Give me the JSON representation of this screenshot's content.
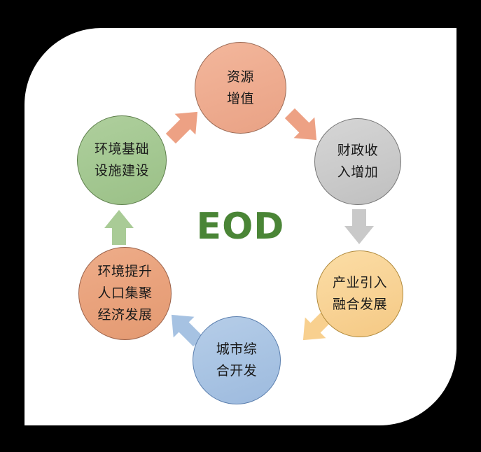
{
  "diagram": {
    "center_label": "EOD",
    "center_color": "#4a8536",
    "background_color": "#000000",
    "card_color": "#ffffff",
    "nodes": [
      {
        "id": "resource",
        "lines": [
          "资源",
          "增值"
        ],
        "color": "#eeac90",
        "border_color": "#9a6a55",
        "position": "top"
      },
      {
        "id": "fiscal",
        "lines": [
          "财政收",
          "入增加"
        ],
        "color": "#cbcbcb",
        "border_color": "#767676",
        "position": "top-right"
      },
      {
        "id": "industry",
        "lines": [
          "产业引入",
          "融合发展"
        ],
        "color": "#f8d396",
        "border_color": "#b08a3c",
        "position": "bottom-right"
      },
      {
        "id": "urban",
        "lines": [
          "城市综",
          "合开发"
        ],
        "color": "#a9c4e3",
        "border_color": "#5b7fae",
        "position": "bottom"
      },
      {
        "id": "upgrade",
        "lines": [
          "环境提升",
          "人口集聚",
          "经济发展"
        ],
        "color": "#e9a27c",
        "border_color": "#9a6149",
        "position": "bottom-left"
      },
      {
        "id": "infrastructure",
        "lines": [
          "环境基础",
          "设施建设"
        ],
        "color": "#a4c892",
        "border_color": "#5e7f4c",
        "position": "top-left"
      }
    ],
    "arrows": [
      {
        "id": "infra-to-resource",
        "from": "infrastructure",
        "to": "resource",
        "color": "#eda184",
        "direction": "up-right"
      },
      {
        "id": "resource-to-fiscal",
        "from": "resource",
        "to": "fiscal",
        "color": "#eda184",
        "direction": "down-right"
      },
      {
        "id": "fiscal-to-industry",
        "from": "fiscal",
        "to": "industry",
        "color": "#c9c9c9",
        "direction": "down"
      },
      {
        "id": "industry-to-urban",
        "from": "industry",
        "to": "urban",
        "color": "#f8d08f",
        "direction": "down-left"
      },
      {
        "id": "urban-to-upgrade",
        "from": "urban",
        "to": "upgrade",
        "color": "#a6c2e2",
        "direction": "up-left"
      },
      {
        "id": "upgrade-to-infra",
        "from": "upgrade",
        "to": "infrastructure",
        "color": "#a9cb96",
        "direction": "up"
      }
    ]
  }
}
